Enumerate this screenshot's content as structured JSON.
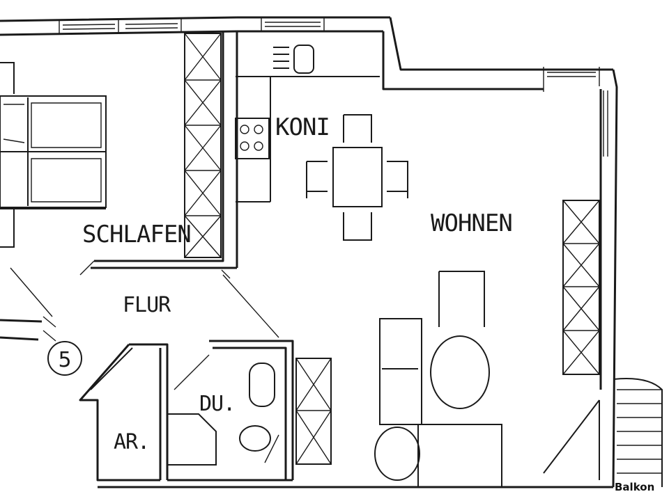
{
  "rooms": {
    "schlafen": "SCHLAFEN",
    "koni": "KONI",
    "wohnen": "WOHNEN",
    "flur": "FLUR",
    "du": "DU.",
    "ar": "AR."
  },
  "unit_number": "5",
  "balcony_label": "Balkon",
  "colors": {
    "line": "#1a1a1a",
    "background": "#ffffff"
  },
  "icons": [
    "stove-icon",
    "sink-icon",
    "toilet-icon",
    "dining-table-icon",
    "round-table-icon",
    "wardrobe-icon",
    "bed-icon",
    "door-swing-icon",
    "stairs-icon"
  ]
}
